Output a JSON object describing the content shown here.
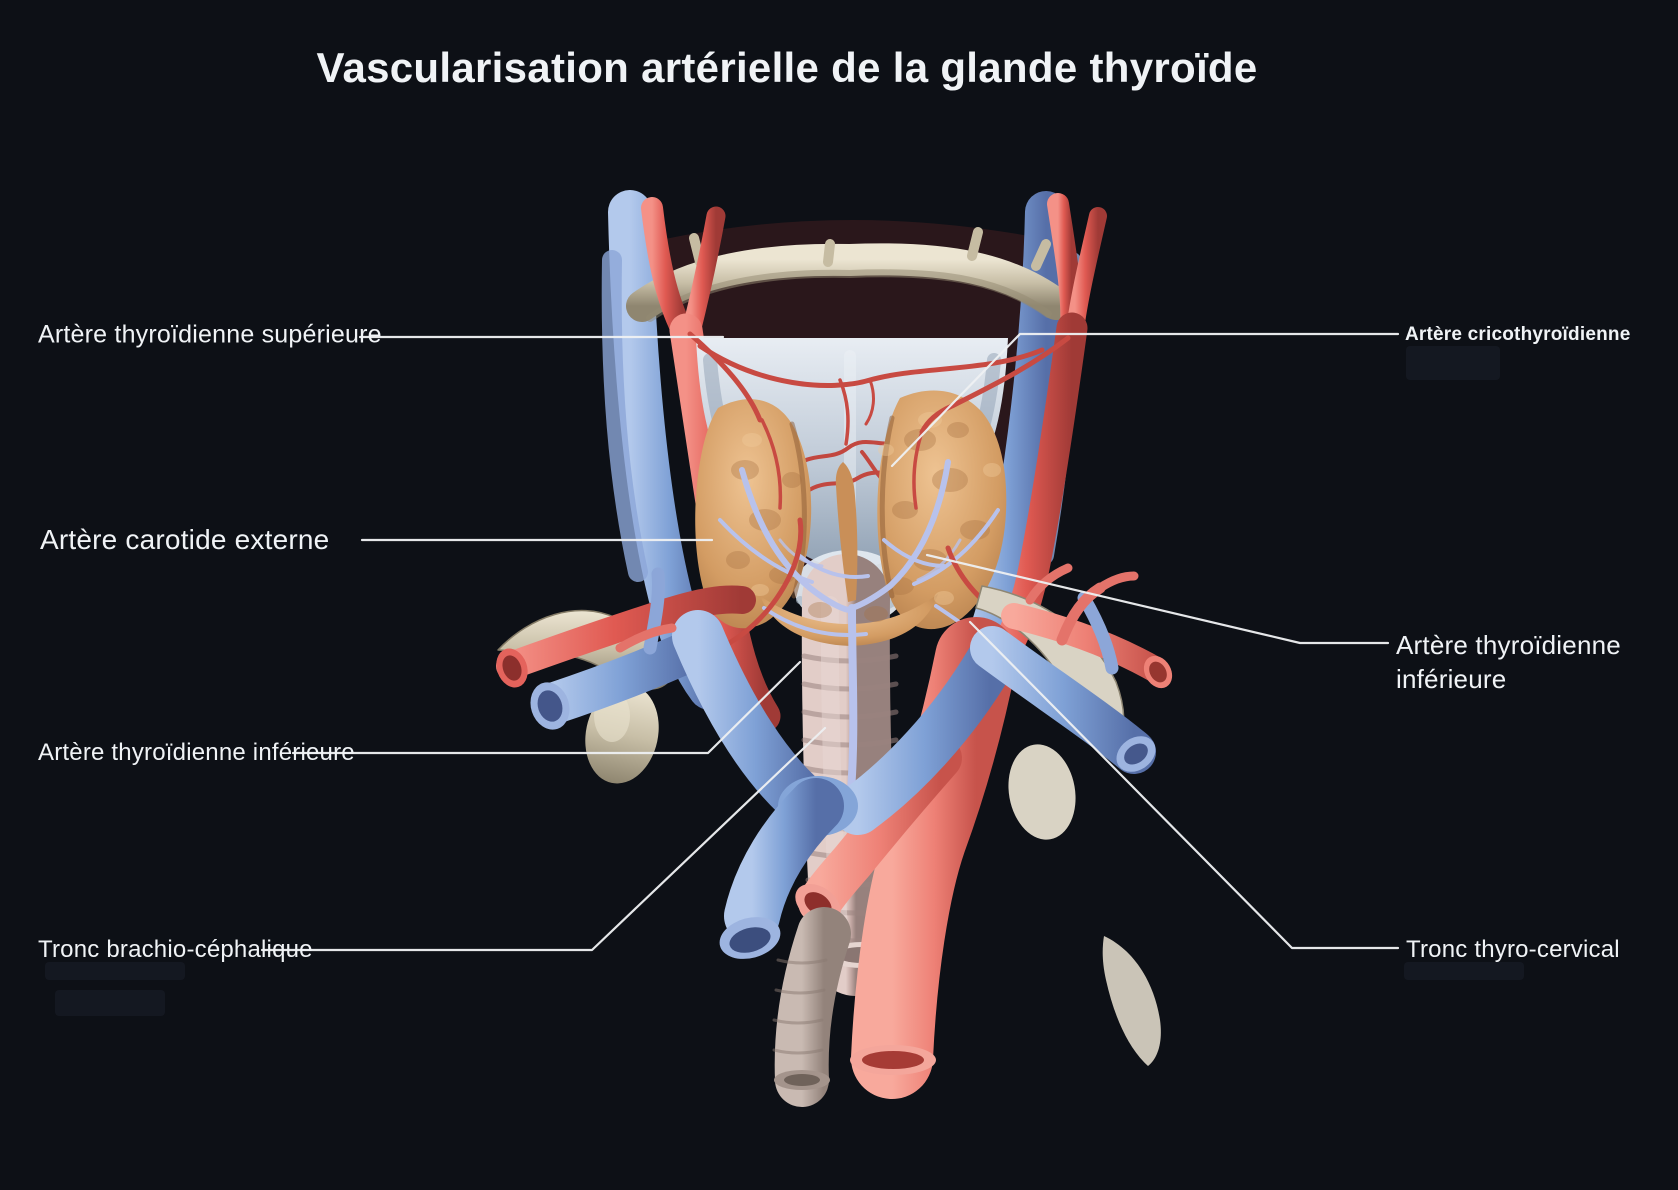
{
  "title": "Vascularisation artérielle de la glande thyroïde",
  "labels": {
    "superior_thyroid": "Artère thyroïdienne supérieure",
    "external_carotid": "Artère carotide externe",
    "inferior_thyroid_left": "Artère thyroïdienne inférieure",
    "brachiocephalic_trunk": "Tronc brachio-céphalique",
    "cricothyroid": "Artère cricothyroïdienne",
    "inferior_thyroid_right_line1": "Artère thyroïdienne",
    "inferior_thyroid_right_line2": "inférieure",
    "thyrocervical_trunk": "Tronc thyro-cervical"
  },
  "colors": {
    "background": "#0d1016",
    "label_color": "#f0f3f6",
    "leader_line": "#eef0f2",
    "artery_red": "#e05a52",
    "artery_salmon": "#ee8176",
    "vein_blue": "#7fa1d6",
    "thyroid_gland_orange": "#d09a62",
    "cartilage_blue_gray": "#c3cdd9",
    "bone_beige": "#cdc4af",
    "trachea_pink": "#c4a9a4"
  }
}
